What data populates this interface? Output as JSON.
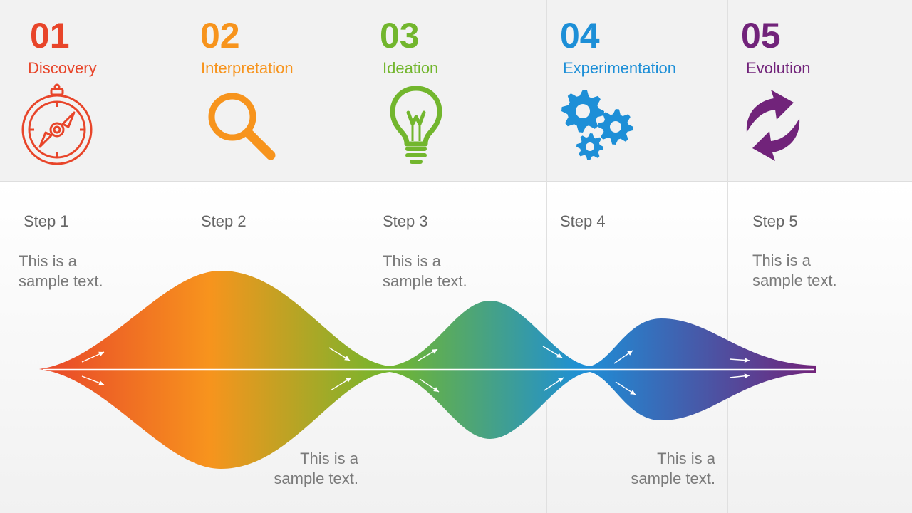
{
  "colors": {
    "discovery": "#e8452a",
    "interpretation": "#f7941d",
    "ideation": "#72b62d",
    "experimentation": "#1d8fd7",
    "evolution": "#71237a"
  },
  "stages": [
    {
      "number": "01",
      "title": "Discovery",
      "icon": "compass-icon",
      "step": "Step 1"
    },
    {
      "number": "02",
      "title": "Interpretation",
      "icon": "magnifier-icon",
      "step": "Step 2"
    },
    {
      "number": "03",
      "title": "Ideation",
      "icon": "lightbulb-icon",
      "step": "Step 3"
    },
    {
      "number": "04",
      "title": "Experimentation",
      "icon": "gears-icon",
      "step": "Step 4"
    },
    {
      "number": "05",
      "title": "Evolution",
      "icon": "cycle-arrows-icon",
      "step": "Step 5"
    }
  ],
  "descriptions": {
    "step1": {
      "line1": "This is a",
      "line2": "sample text."
    },
    "step2": {
      "line1": "This is a",
      "line2": "sample text."
    },
    "step3": {
      "line1": "This is a",
      "line2": "sample text."
    },
    "step4": {
      "line1": "This is a",
      "line2": "sample text."
    },
    "step5": {
      "line1": "This is a",
      "line2": "sample text."
    }
  }
}
